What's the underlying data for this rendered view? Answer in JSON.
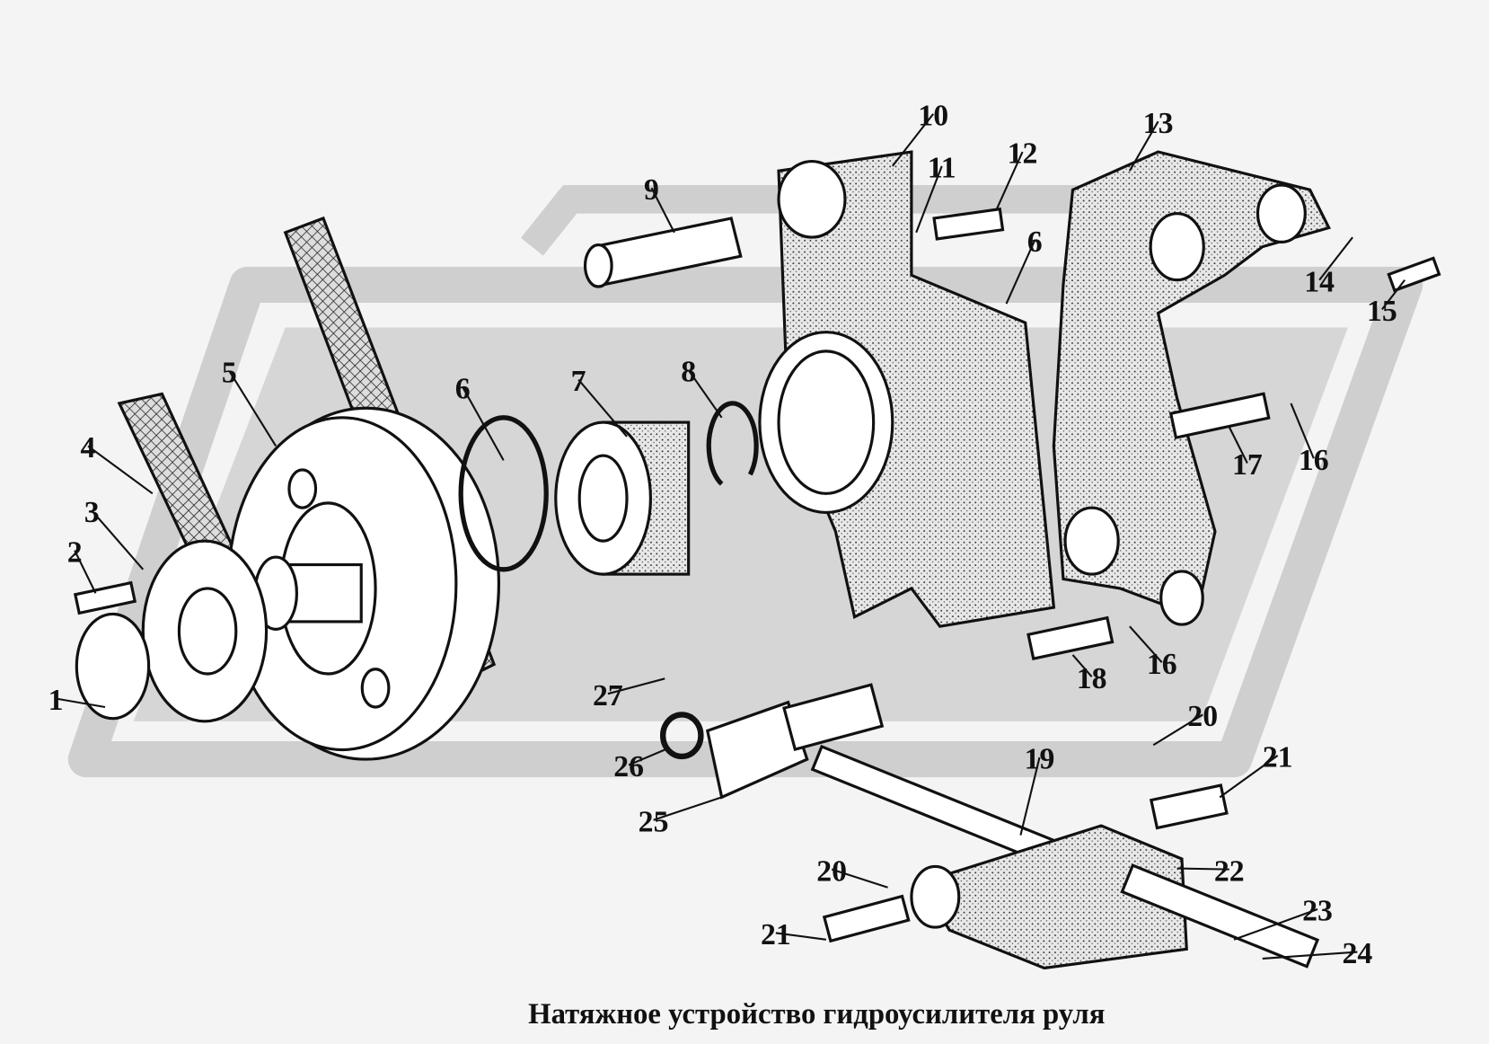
{
  "caption": "Натяжное устройство гидроусилителя руля",
  "labels": [
    {
      "text": "1"
    },
    {
      "text": "2"
    },
    {
      "text": "3"
    },
    {
      "text": "4"
    },
    {
      "text": "5"
    },
    {
      "text": "6"
    },
    {
      "text": "7"
    },
    {
      "text": "8"
    },
    {
      "text": "9"
    },
    {
      "text": "10"
    },
    {
      "text": "11"
    },
    {
      "text": "12"
    },
    {
      "text": "13"
    },
    {
      "text": "14"
    },
    {
      "text": "15"
    },
    {
      "text": "6"
    },
    {
      "text": "16"
    },
    {
      "text": "17"
    },
    {
      "text": "16"
    },
    {
      "text": "18"
    },
    {
      "text": "20"
    },
    {
      "text": "21"
    },
    {
      "text": "19"
    },
    {
      "text": "22"
    },
    {
      "text": "23"
    },
    {
      "text": "24"
    },
    {
      "text": "20"
    },
    {
      "text": "21"
    },
    {
      "text": "27"
    },
    {
      "text": "26"
    },
    {
      "text": "25"
    }
  ]
}
